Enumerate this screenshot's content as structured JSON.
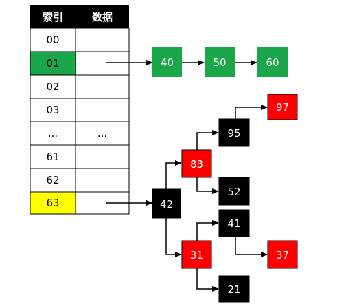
{
  "colors": {
    "header": "#000000",
    "green": "#1aa64a",
    "yellow": "#ffff00",
    "red": "#ff0000",
    "black": "#000000",
    "line": "#000000",
    "node_text": "#ffffff"
  },
  "table": {
    "headers": [
      "索引",
      "数据"
    ],
    "rows": [
      {
        "index": "00",
        "data": "",
        "highlight": ""
      },
      {
        "index": "01",
        "data": "",
        "highlight": "green"
      },
      {
        "index": "02",
        "data": "",
        "highlight": ""
      },
      {
        "index": "03",
        "data": "",
        "highlight": ""
      },
      {
        "index": "...",
        "data": "...",
        "highlight": ""
      },
      {
        "index": "61",
        "data": "",
        "highlight": ""
      },
      {
        "index": "62",
        "data": "",
        "highlight": ""
      },
      {
        "index": "63",
        "data": "",
        "highlight": "yellow"
      }
    ]
  },
  "list": {
    "nodes": [
      "40",
      "50",
      "60"
    ]
  },
  "tree": {
    "nodes": [
      {
        "id": "n42",
        "value": "42",
        "color": "black"
      },
      {
        "id": "n83",
        "value": "83",
        "color": "red"
      },
      {
        "id": "n31",
        "value": "31",
        "color": "red"
      },
      {
        "id": "n95",
        "value": "95",
        "color": "black"
      },
      {
        "id": "n52",
        "value": "52",
        "color": "black"
      },
      {
        "id": "n97",
        "value": "97",
        "color": "red"
      },
      {
        "id": "n41",
        "value": "41",
        "color": "black"
      },
      {
        "id": "n21",
        "value": "21",
        "color": "black"
      },
      {
        "id": "n37",
        "value": "37",
        "color": "red"
      }
    ]
  }
}
